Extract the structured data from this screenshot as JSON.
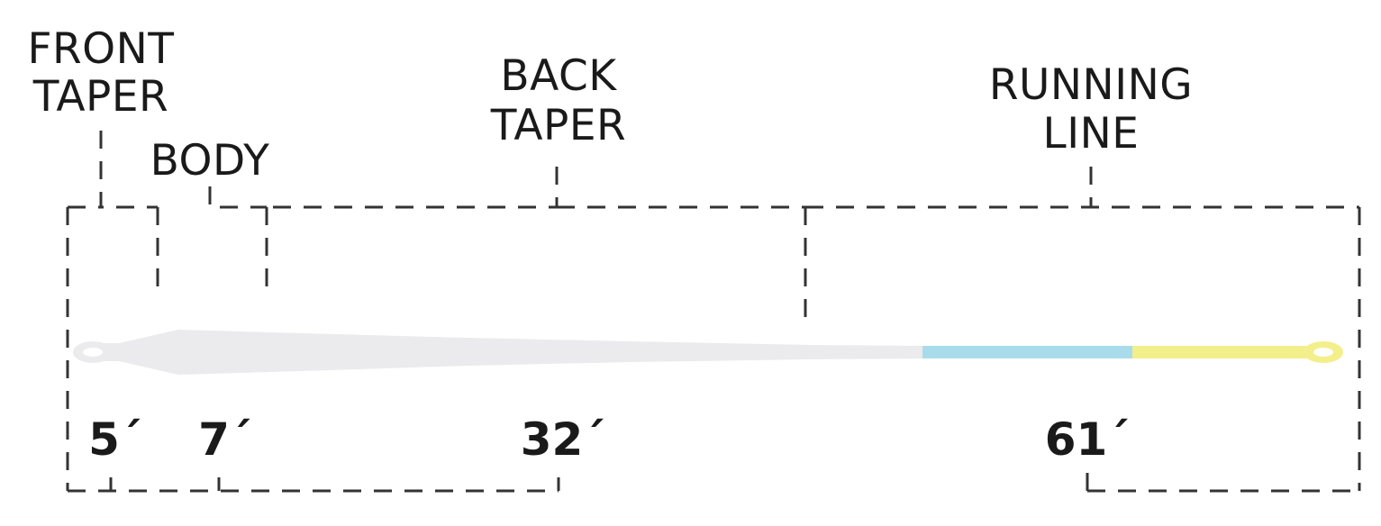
{
  "sections": [
    {
      "id": "front-taper",
      "label_lines": [
        "FRONT",
        "TAPER"
      ],
      "length": "5´"
    },
    {
      "id": "body",
      "label_lines": [
        "BODY"
      ],
      "length": "7´"
    },
    {
      "id": "back-taper",
      "label_lines": [
        "BACK",
        "TAPER"
      ],
      "length": "32´"
    },
    {
      "id": "running-line",
      "label_lines": [
        "RUNNING",
        "LINE"
      ],
      "length": "61´"
    }
  ],
  "colors": {
    "head": "#ebebed",
    "running_line_blue": "#a9dcea",
    "running_line_yellow": "#f3ef8a",
    "dash": "#333333",
    "text": "#1a1a1a"
  }
}
